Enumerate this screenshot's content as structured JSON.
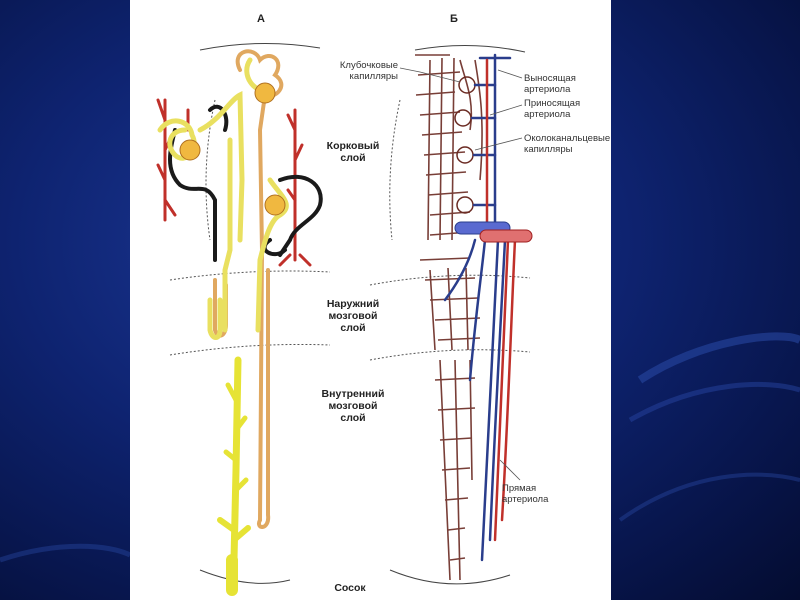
{
  "panels": {
    "a": "А",
    "b": "Б"
  },
  "zones": {
    "cortex_1": "Корковый",
    "cortex_2": "слой",
    "outer_1": "Наружний",
    "outer_2": "мозговой",
    "outer_3": "слой",
    "inner_1": "Внутренний",
    "inner_2": "мозговой",
    "inner_3": "слой",
    "papilla": "Сосок"
  },
  "labels": {
    "glomerular_1": "Клубочковые",
    "glomerular_2": "капилляры",
    "efferent_1": "Выносящая",
    "efferent_2": "артериола",
    "afferent_1": "Приносящая",
    "afferent_2": "артериола",
    "peritubular_1": "Околоканальцевые",
    "peritubular_2": "капилляры",
    "vasa_recta_1": "Прямая",
    "vasa_recta_2": "артериола"
  },
  "colors": {
    "collecting_duct": "#e6e335",
    "tubule_yellow": "#e9e060",
    "tubule_orange": "#e0a860",
    "artery_red": "#c0302a",
    "vein_black": "#1a1a1a",
    "capillary_brown": "#6a2a22",
    "arteriole_blue": "#2a3d8c",
    "glomerulus": "#f0b840",
    "background": "#0e2370"
  }
}
